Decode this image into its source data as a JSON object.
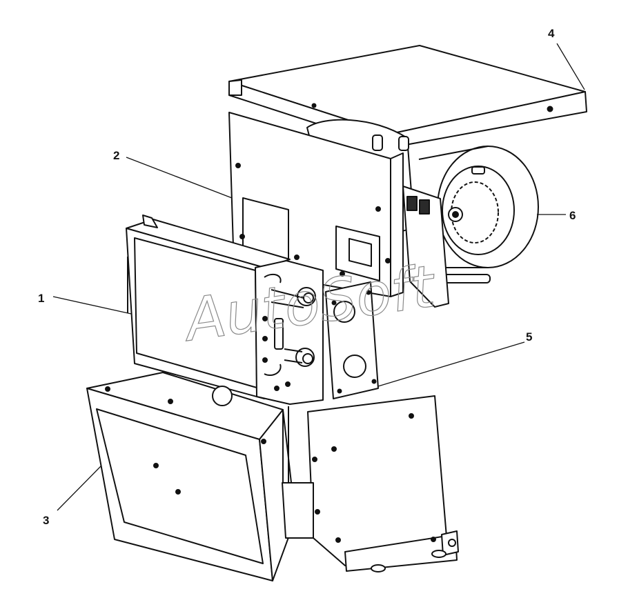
{
  "watermark": "AutoSoft",
  "colors": {
    "line": "#111111",
    "fill": "#ffffff",
    "shade": "#2a2a2a",
    "watermark": "#8a8a8a"
  },
  "callouts": [
    {
      "id": "1",
      "label": "1"
    },
    {
      "id": "2",
      "label": "2"
    },
    {
      "id": "3",
      "label": "3"
    },
    {
      "id": "4",
      "label": "4"
    },
    {
      "id": "5",
      "label": "5"
    },
    {
      "id": "6",
      "label": "6"
    }
  ]
}
